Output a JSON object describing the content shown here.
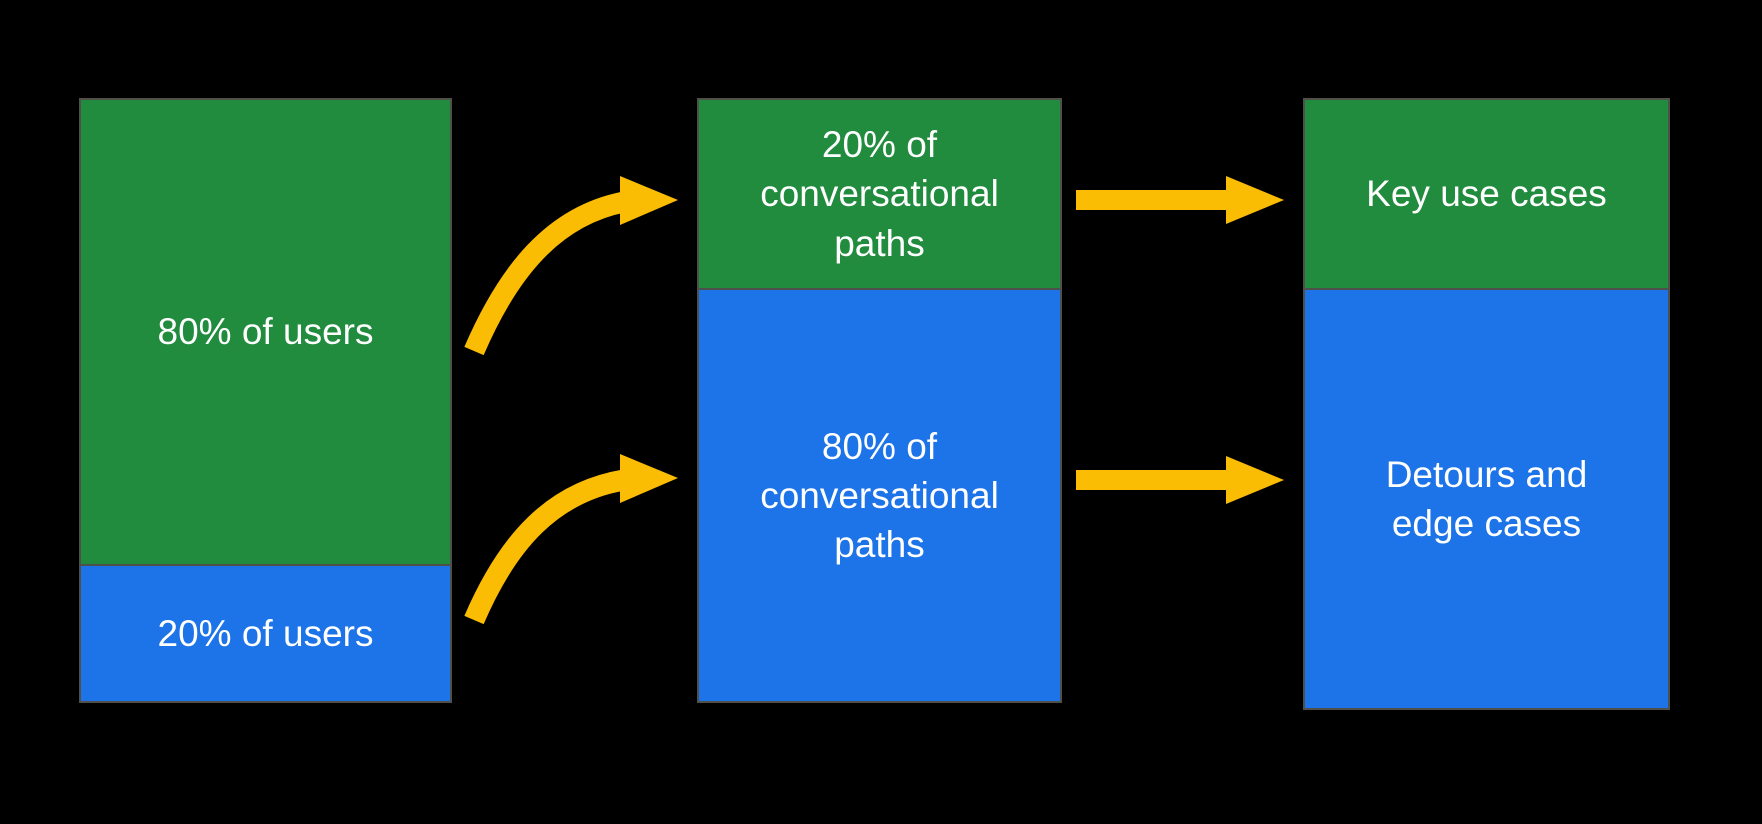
{
  "colors": {
    "background": "#000000",
    "green": "#218b3e",
    "blue": "#1d73e8",
    "arrow": "#fbbc04",
    "border": "#50504a",
    "text": "#ffffff"
  },
  "columns": [
    {
      "name": "users",
      "segments": [
        {
          "id": "users-majority",
          "color": "green",
          "percent": 80,
          "text": "80% of users",
          "lines": [
            "80% of users"
          ]
        },
        {
          "id": "users-minority",
          "color": "blue",
          "percent": 20,
          "text": "20% of users",
          "lines": [
            "20% of users"
          ]
        }
      ]
    },
    {
      "name": "conversational-paths",
      "segments": [
        {
          "id": "paths-key",
          "color": "green",
          "percent": 20,
          "text": "20% of conversational paths",
          "lines": [
            "20% of",
            "conversational",
            "paths"
          ]
        },
        {
          "id": "paths-long-tail",
          "color": "blue",
          "percent": 80,
          "text": "80% of conversational paths",
          "lines": [
            "80% of",
            "conversational",
            "paths"
          ]
        }
      ]
    },
    {
      "name": "use-cases",
      "segments": [
        {
          "id": "key-use-cases",
          "color": "green",
          "text": "Key use cases",
          "lines": [
            "Key use cases"
          ]
        },
        {
          "id": "detours-edge-cases",
          "color": "blue",
          "text": "Detours and edge cases",
          "lines": [
            "Detours and",
            "edge cases"
          ]
        }
      ]
    }
  ],
  "arrows": [
    {
      "type": "curved",
      "from": "users-majority",
      "to": "paths-key"
    },
    {
      "type": "curved",
      "from": "users-minority",
      "to": "paths-long-tail"
    },
    {
      "type": "straight",
      "from": "paths-key",
      "to": "key-use-cases"
    },
    {
      "type": "straight",
      "from": "paths-long-tail",
      "to": "detours-edge-cases"
    }
  ]
}
